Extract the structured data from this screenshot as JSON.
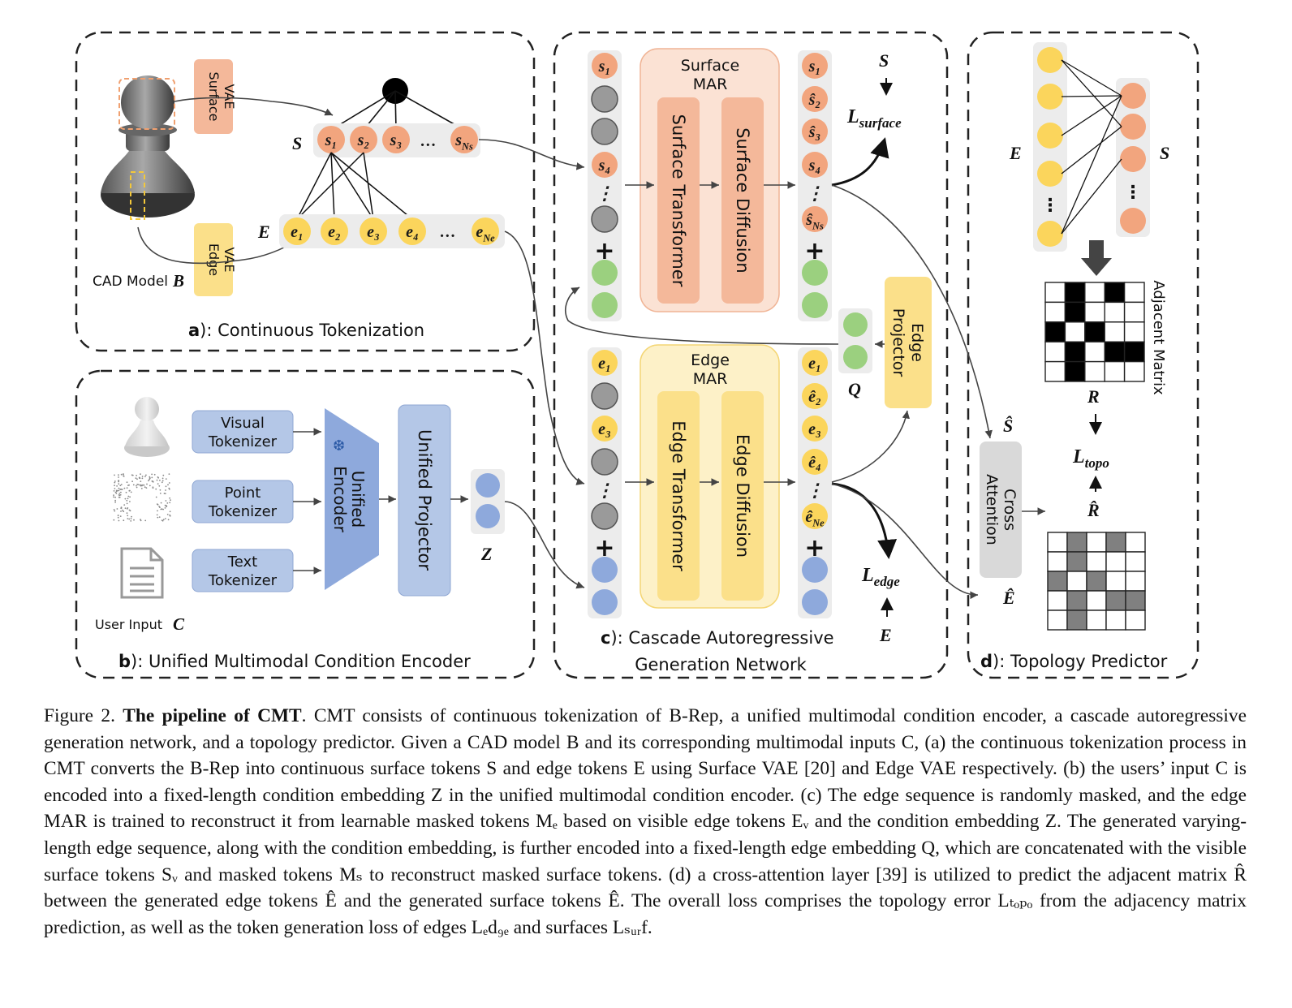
{
  "panels": {
    "a": {
      "letter": "a",
      "title": "): Continuous Tokenization"
    },
    "b": {
      "letter": "b",
      "title": "): Unified Multimodal Condition Encoder"
    },
    "c": {
      "letter": "c",
      "title_line1": "): Cascade Autoregressive",
      "title_line2": "Generation Network"
    },
    "d": {
      "letter": "d",
      "title": "): Topology Predictor"
    }
  },
  "panel_a": {
    "surface_vae": [
      "Surface",
      "VAE"
    ],
    "edge_vae": [
      "Edge",
      "VAE"
    ],
    "cad_model_label": "CAD Model",
    "cad_model_symbol": "B",
    "s_label": "S",
    "e_label": "E",
    "s_tokens": [
      "s₁",
      "s₂",
      "s₃",
      "…",
      "s_Ns"
    ],
    "e_tokens": [
      "e₁",
      "e₂",
      "e₃",
      "e₄",
      "…",
      "e_Ne"
    ]
  },
  "panel_b": {
    "visual_tokenizer": [
      "Visual",
      "Tokenizer"
    ],
    "point_tokenizer": [
      "Point",
      "Tokenizer"
    ],
    "text_tokenizer": [
      "Text",
      "Tokenizer"
    ],
    "unified_encoder": [
      "Unified",
      "Encoder"
    ],
    "unified_projector": "Unified Projector",
    "z_label": "Z",
    "user_input_label": "User Input",
    "user_input_symbol": "C",
    "snowflake": "❆"
  },
  "panel_c": {
    "surface_mar": [
      "Surface",
      "MAR"
    ],
    "surface_transformer": "Surface Transformer",
    "surface_diffusion": "Surface Diffusion",
    "edge_mar": [
      "Edge",
      "MAR"
    ],
    "edge_transformer": "Edge Transformer",
    "edge_diffusion": "Edge Diffusion",
    "edge_projector": [
      "Edge",
      "Projector"
    ],
    "q_label": "Q",
    "surface_in_tokens": [
      "s₁",
      "",
      "",
      "s₄",
      "⋮",
      ""
    ],
    "surface_out_tokens": [
      "s₁",
      "ŝ₂",
      "ŝ₃",
      "s₄",
      "⋮",
      "ŝ_Ns"
    ],
    "edge_in_tokens": [
      "e₁",
      "",
      "e₃",
      "",
      "⋮",
      ""
    ],
    "edge_out_tokens": [
      "e₁",
      "ê₂",
      "e₃",
      "ê₄",
      "⋮",
      "ê_Ne"
    ],
    "plus": "+",
    "s_top": "S",
    "l_surface": "L_surface",
    "l_edge": "L_edge",
    "e_bottom": "E"
  },
  "panel_d": {
    "e_label": "E",
    "s_label": "S",
    "adjacent_matrix": "Adjacent Matrix",
    "r_label": "R",
    "l_topo": "L_topo",
    "r_hat": "R̂",
    "s_hat": "Ŝ",
    "e_hat": "Ê",
    "cross_attention": [
      "Cross",
      "Attention"
    ],
    "matrix_r": [
      [
        0,
        1,
        0,
        1,
        0
      ],
      [
        0,
        1,
        0,
        0,
        0
      ],
      [
        1,
        0,
        1,
        0,
        0
      ],
      [
        0,
        1,
        0,
        1,
        1
      ],
      [
        0,
        1,
        0,
        0,
        0
      ]
    ],
    "matrix_r_hat": [
      [
        0,
        1,
        0,
        1,
        0
      ],
      [
        0,
        1,
        0,
        0,
        0
      ],
      [
        1,
        0,
        1,
        0,
        0
      ],
      [
        0,
        1,
        0,
        1,
        1
      ],
      [
        0,
        1,
        0,
        0,
        0
      ]
    ]
  },
  "colors": {
    "surface_token": "#f2a57e",
    "edge_token": "#fbd55c",
    "masked_token": "#9a9a9a",
    "q_token": "#9bd07f",
    "z_token": "#8ea9dc",
    "surface_box": "#f4b89a",
    "edge_box": "#fbe08a",
    "blue_box": "#b4c7e7",
    "gray_box": "#d9d9d9"
  },
  "caption": {
    "figure_label": "Figure 2.",
    "bold_title": "The pipeline of CMT",
    "text": ". CMT consists of continuous tokenization of B-Rep, a unified multimodal condition encoder, a cascade autoregressive generation network, and a topology predictor. Given a CAD model B and its corresponding multimodal inputs C, (a) the continuous tokenization process in CMT converts the B-Rep into continuous surface tokens S and edge tokens E using Surface VAE [20] and Edge VAE respectively. (b) the users’ input C is encoded into a fixed-length condition embedding Z in the unified multimodal condition encoder. (c) The edge sequence is randomly masked, and the edge MAR is trained to reconstruct it from learnable masked tokens Mₑ based on visible edge tokens Eᵥ and the condition embedding Z. The generated varying-length edge sequence, along with the condition embedding, is further encoded into a fixed-length edge embedding Q, which are concatenated with the visible surface tokens Sᵥ and masked tokens Mₛ to reconstruct masked surface tokens. (d) a cross-attention layer [39] is utilized to predict the adjacent matrix R̂ between the generated edge tokens Ê and the generated surface tokens Ê. The overall loss comprises the topology error Lₜₒₚₒ from the adjacency matrix prediction, as well as the token generation loss of edges Lₑd₉ₑ and surfaces Lₛᵤᵣf."
  }
}
